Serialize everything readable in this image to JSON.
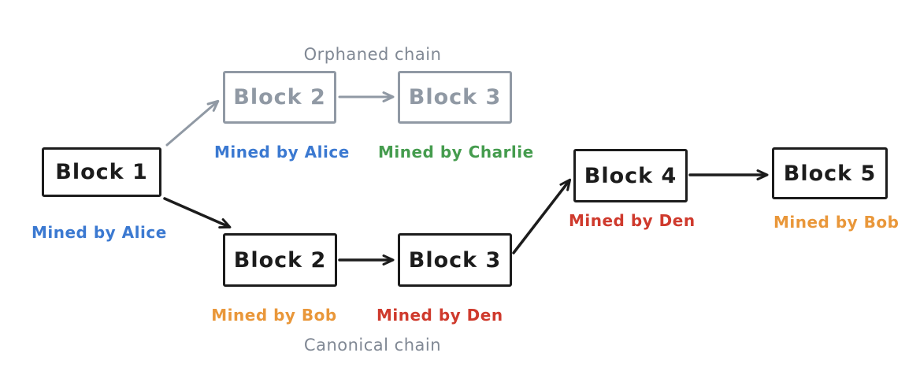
{
  "labels": {
    "orphaned_chain": "Orphaned chain",
    "canonical_chain": "Canonical chain"
  },
  "blocks": [
    {
      "id": "block-1",
      "label": "Block 1",
      "miner": "Mined by Alice",
      "chain": "shared",
      "style": "active"
    },
    {
      "id": "orphan-block-2",
      "label": "Block 2",
      "miner": "Mined by Alice",
      "chain": "orphaned",
      "style": "orphaned"
    },
    {
      "id": "orphan-block-3",
      "label": "Block 3",
      "miner": "Mined by Charlie",
      "chain": "orphaned",
      "style": "orphaned"
    },
    {
      "id": "canon-block-2",
      "label": "Block 2",
      "miner": "Mined by Bob",
      "chain": "canonical",
      "style": "active"
    },
    {
      "id": "canon-block-3",
      "label": "Block 3",
      "miner": "Mined by Den",
      "chain": "canonical",
      "style": "active"
    },
    {
      "id": "block-4",
      "label": "Block 4",
      "miner": "Mined by Den",
      "chain": "canonical",
      "style": "active"
    },
    {
      "id": "block-5",
      "label": "Block 5",
      "miner": "Mined by Bob",
      "chain": "canonical",
      "style": "active"
    }
  ],
  "edges": [
    {
      "from": "block-1",
      "to": "orphan-block-2",
      "style": "orphaned"
    },
    {
      "from": "orphan-block-2",
      "to": "orphan-block-3",
      "style": "orphaned"
    },
    {
      "from": "block-1",
      "to": "canon-block-2",
      "style": "canonical"
    },
    {
      "from": "canon-block-2",
      "to": "canon-block-3",
      "style": "canonical"
    },
    {
      "from": "canon-block-3",
      "to": "block-4",
      "style": "canonical"
    },
    {
      "from": "block-4",
      "to": "block-5",
      "style": "canonical"
    }
  ],
  "colors": {
    "background": "#ffffff",
    "stroke_black": "#1c1c1c",
    "orphaned_gray": "#9099a4",
    "chain_label_gray": "#808894",
    "miner_alice_blue": "#3b79d1",
    "miner_charlie_green": "#459c4e",
    "miner_bob_orange": "#e9973a",
    "miner_den_red": "#cf3a2d"
  }
}
